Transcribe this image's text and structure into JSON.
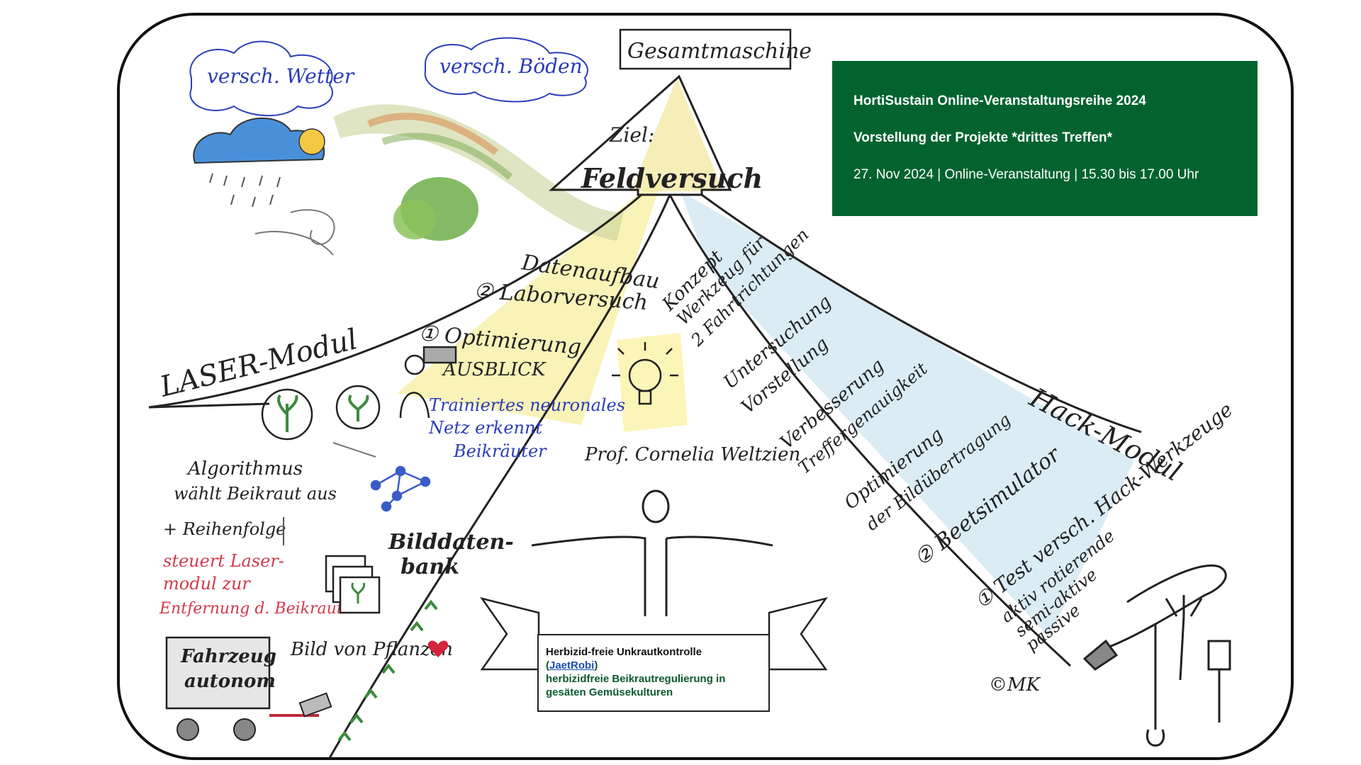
{
  "info_box": {
    "line1": "HortiSustain Online-Veranstaltungsreihe 2024",
    "line2": "Vorstellung der Projekte *drittes Treffen*",
    "line3": "27. Nov 2024 | Online-Veranstaltung | 15.30 bis 17.00 Uhr",
    "background_color": "#03632f"
  },
  "banner": {
    "title": "Herbizid-freie Unkrautkontrolle",
    "paren_open": "(",
    "link_text": "JaetRobi",
    "paren_close": ")",
    "description": "herbizidfreie Beikrautregulierung in gesäten Gemüsekulturen"
  },
  "sketch": {
    "cloud_weather": "versch. Wetter",
    "cloud_soils": "versch. Böden",
    "top_box": "Gesamtmaschine",
    "ziel": "Ziel:",
    "feldversuch": "Feldversuch",
    "datenaufbau": "Datenaufbau",
    "laborversuch": "② Laborversuch",
    "optimierung": "① Optimierung",
    "ausblick": "AUSBLICK",
    "neuronales_1": "Trainiertes neuronales",
    "neuronales_2": "Netz erkennt",
    "neuronales_3": "Beikräuter",
    "laser_modul": "LASER-Modul",
    "hack_modul": "Hack-Modul",
    "algo_1": "Algorithmus",
    "algo_2": "wählt Beikraut aus",
    "algo_3": "+ Reihenfolge",
    "steuert_1": "steuert Laser-",
    "steuert_2": "modul zur",
    "steuert_3": "Entfernung d. Beikraut",
    "bilddatenbank_1": "Bilddaten-",
    "bilddatenbank_2": "bank",
    "bild_pflanzen": "Bild von Pflanzen",
    "fahrzeug_1": "Fahrzeug",
    "fahrzeug_2": "autonom",
    "prof": "Prof. Cornelia Weltzien",
    "hack_1": "Konzept",
    "hack_2": "Werkzeug für",
    "hack_3": "2 Fahrtrichtungen",
    "hack_4": "Untersuchung",
    "hack_5": "Vorstellung",
    "hack_6": "Verbesserung",
    "hack_7": "Treffergenauigkeit",
    "hack_8": "Optimierung",
    "hack_9": "der Bildübertragung",
    "hack_10": "② Beetsimulator",
    "hack_11": "① Test versch. Hack-Werkzeuge",
    "hack_12": "aktiv rotierende",
    "hack_13": "semi-aktive",
    "hack_14": "passive",
    "copyright": "©MK"
  }
}
